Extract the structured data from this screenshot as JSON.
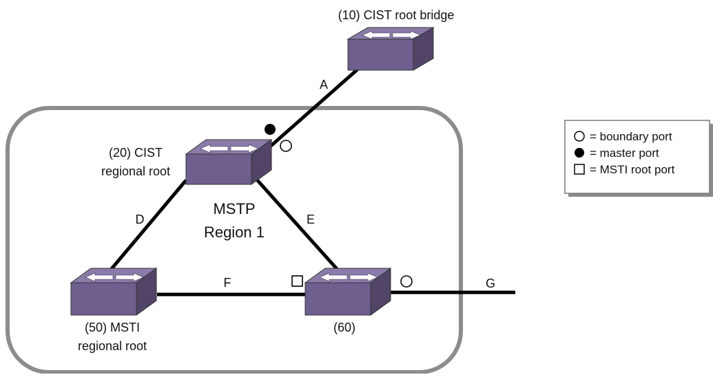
{
  "region": {
    "title_line1": "MSTP",
    "title_line2": "Region 1"
  },
  "bridges": {
    "root": {
      "label": "(10) CIST root bridge"
    },
    "cist_regional": {
      "label_line1": "(20) CIST",
      "label_line2": "regional root"
    },
    "msti_regional": {
      "label_line1": "(50) MSTI",
      "label_line2": "regional root"
    },
    "bridge60": {
      "label": "(60)"
    }
  },
  "links": {
    "A": "A",
    "D": "D",
    "E": "E",
    "F": "F",
    "G": "G"
  },
  "legend": {
    "boundary": "= boundary port",
    "master": "= master port",
    "msti_root": "= MSTI root port"
  },
  "colors": {
    "switch_front": "#6e5f8f",
    "switch_top": "#8a7ba8",
    "switch_side": "#514467",
    "region_border": "#8c8c8c",
    "link": "#000000"
  }
}
